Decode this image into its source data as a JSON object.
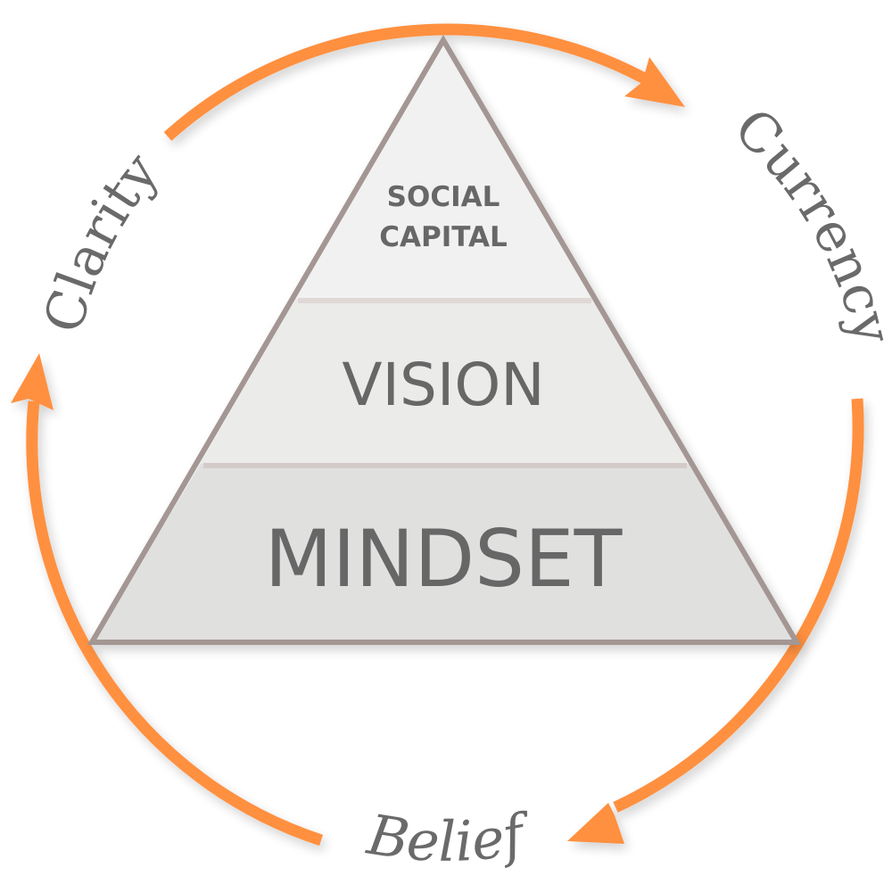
{
  "colors": {
    "arrow": "#ff9040",
    "pyramid_outline": "#a39693",
    "layer_divider": "#d8cfcd",
    "layer_top_fill": "#f1f1f1",
    "layer_middle_fill": "#ebebea",
    "layer_bottom_fill": "#e0e0df",
    "text": "#676767",
    "background": "#ffffff"
  },
  "pyramid": {
    "layers": [
      {
        "id": "top",
        "lines": [
          "SOCIAL",
          "CAPITAL"
        ]
      },
      {
        "id": "middle",
        "label": "VISION"
      },
      {
        "id": "bottom",
        "label": "MINDSET"
      }
    ]
  },
  "cycle": {
    "direction": "clockwise",
    "labels": {
      "top_left": "Clarity",
      "top_right": "Currency",
      "bottom": "Belief"
    }
  }
}
